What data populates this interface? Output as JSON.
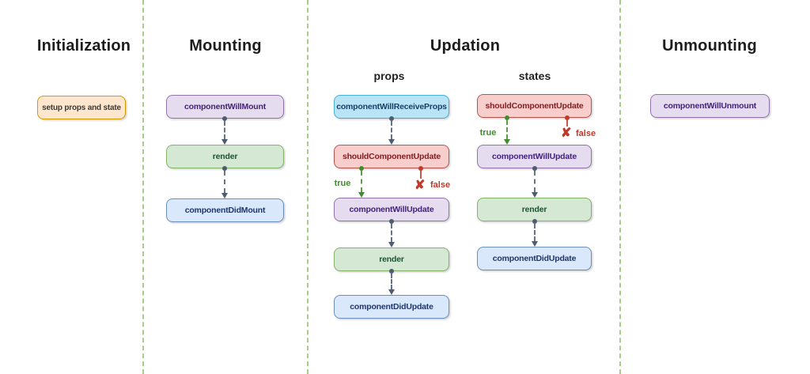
{
  "sections": {
    "initialization": {
      "title": "Initialization"
    },
    "mounting": {
      "title": "Mounting"
    },
    "updation": {
      "title": "Updation",
      "props_header": "props",
      "states_header": "states"
    },
    "unmounting": {
      "title": "Unmounting"
    }
  },
  "nodes": {
    "setup": {
      "label": "setup props and state"
    },
    "m_will_mount": {
      "label": "componentWillMount"
    },
    "m_render": {
      "label": "render"
    },
    "m_did_mount": {
      "label": "componentDidMount"
    },
    "p_will_receive": {
      "label": "componentWillReceiveProps"
    },
    "p_should_update": {
      "label": "shouldComponentUpdate"
    },
    "p_will_update": {
      "label": "componentWillUpdate"
    },
    "p_render": {
      "label": "render"
    },
    "p_did_update": {
      "label": "componentDidUpdate"
    },
    "s_should_update": {
      "label": "shouldComponentUpdate"
    },
    "s_will_update": {
      "label": "componentWillUpdate"
    },
    "s_render": {
      "label": "render"
    },
    "s_did_update": {
      "label": "componentDidUpdate"
    },
    "u_will_unmount": {
      "label": "componentWillUnmount"
    }
  },
  "branches": {
    "true_label": "true",
    "false_label": "false",
    "false_icon": "✘"
  },
  "colors": {
    "background": "#ffffff",
    "separator_green": "#a9cb8d",
    "orange_fill": "#FFE6CC",
    "orange_border": "#D79B00",
    "purple_fill": "#E6DCF0",
    "purple_border": "#9673A6",
    "green_fill": "#D5E8D4",
    "green_border": "#82B366",
    "blue_fill": "#DAE8FC",
    "blue_border": "#6C8EBF",
    "cyan_fill": "#B9E4F8",
    "cyan_border": "#46AED6",
    "red_fill": "#F8CECC",
    "red_border": "#B85450",
    "connector_slate": "#4D5C6E",
    "branch_true_green": "#3F8E2B",
    "branch_false_red": "#C0392B"
  }
}
